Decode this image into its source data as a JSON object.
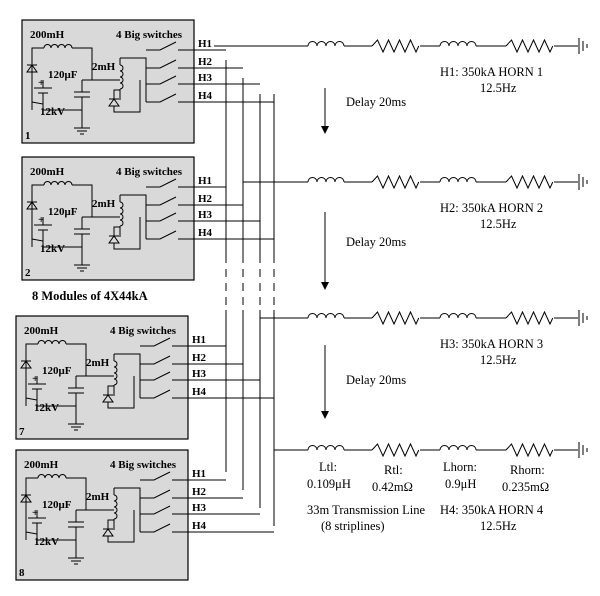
{
  "modules": [
    {
      "number": "1",
      "inductor1": "200mH",
      "capacitor": "120μF",
      "inductor2": "2mH",
      "voltage": "12kV",
      "switch_label": "4 Big switches"
    },
    {
      "number": "2",
      "inductor1": "200mH",
      "capacitor": "120μF",
      "inductor2": "2mH",
      "voltage": "12kV",
      "switch_label": "4 Big switches"
    },
    {
      "number": "7",
      "inductor1": "200mH",
      "capacitor": "120μF",
      "inductor2": "2mH",
      "voltage": "12kV",
      "switch_label": "4 Big switches"
    },
    {
      "number": "8",
      "inductor1": "200mH",
      "capacitor": "120μF",
      "inductor2": "2mH",
      "voltage": "12kV",
      "switch_label": "4 Big switches"
    }
  ],
  "outputs": [
    "H1",
    "H2",
    "H3",
    "H4"
  ],
  "modules_caption": "8 Modules of 4X44kA",
  "horns": [
    {
      "line1": "H1: 350kA HORN 1",
      "line2": "12.5Hz"
    },
    {
      "line1": "H2: 350kA HORN 2",
      "line2": "12.5Hz"
    },
    {
      "line1": "H3: 350kA HORN 3",
      "line2": "12.5Hz"
    },
    {
      "line1": "H4: 350kA HORN 4",
      "line2": "12.5Hz"
    }
  ],
  "delay_label": "Delay 20ms",
  "component_labels": {
    "ltl_name": "Ltl:",
    "ltl_value": "0.109μH",
    "rtl_name": "Rtl:",
    "rtl_value": "0.42mΩ",
    "lhorn_name": "Lhorn:",
    "lhorn_value": "0.9μH",
    "rhorn_name": "Rhorn:",
    "rhorn_value": "0.235mΩ"
  },
  "transmission_line": {
    "line1": "33m Transmission Line",
    "line2": "(8 striplines)"
  }
}
